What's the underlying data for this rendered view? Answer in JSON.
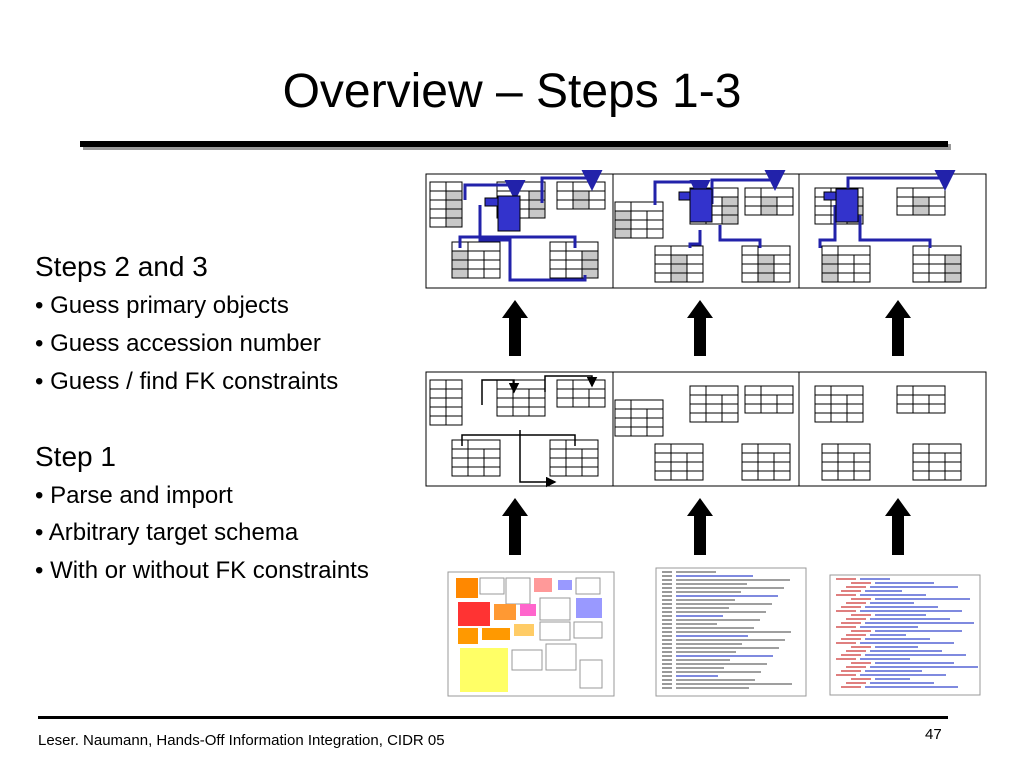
{
  "slide": {
    "title": "Overview – Steps 1-3",
    "steps_2_3": {
      "heading": "Steps 2 and 3",
      "bullets": [
        "• Guess primary objects",
        "• Guess accession number",
        "• Guess / find FK constraints"
      ]
    },
    "step_1": {
      "heading": "Step 1",
      "bullets": [
        "• Parse and import",
        "• Arbitrary target schema",
        "• With or without FK constraints"
      ]
    }
  },
  "footer": {
    "citation": "Leser. Naumann, Hands-Off Information Integration, CIDR 05",
    "page_number": "47"
  },
  "colors": {
    "primary_object": "#3333cc",
    "fk_arrow": "#2222aa",
    "import_arrow": "#000000",
    "accession_column": "#c8c8c8"
  }
}
